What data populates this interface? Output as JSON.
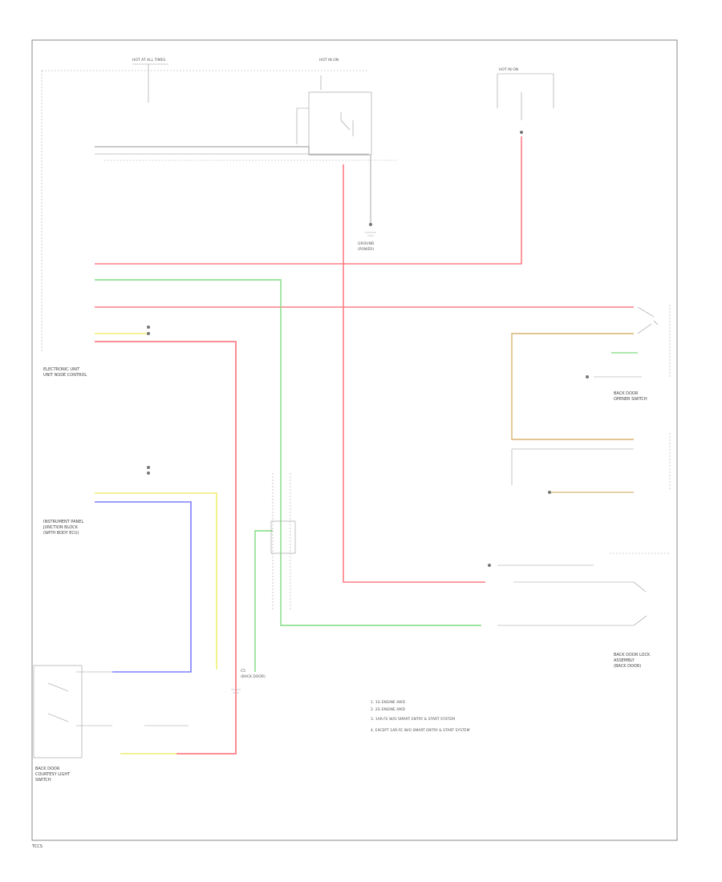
{
  "colors": {
    "wire_red": "#ff7f86",
    "wire_green": "#7fdc7f",
    "wire_yellow": "#f2ee72",
    "wire_blue": "#7f7fff",
    "wire_tan": "#d8b470",
    "wire_gray": "#aaaaaa",
    "frame": "#888888",
    "text": "#555555"
  },
  "labels": {
    "top_fuse_block": "HOT AT ALL TIMES",
    "top_ignition": "HOT IN ON",
    "top_right_hot": "HOT IN ON",
    "left_module_1": "ELECTRONIC UNIT",
    "left_module_2": "UNIT NODE CONTROL",
    "left_module_3": "INSTRUMENT PANEL",
    "left_module_4": "JUNCTION BLOCK",
    "left_module_5": "(WITH BODY ECU)",
    "bottom_left_1": "BACK DOOR",
    "bottom_left_2": "COURTESY LIGHT",
    "bottom_left_3": "SWITCH",
    "right_1": "BACK DOOR",
    "right_2": "OPENER SWITCH",
    "right_3": "BACK DOOR LOCK",
    "right_4": "ASSEMBLY",
    "right_5": "(BACK DOOR)",
    "ground_1": "GROUND",
    "ground_2": "(POWER)",
    "splice_1": "C5",
    "splice_2": "(BACK DOOR)",
    "legend_1": "1. 1G ENGINE 4WD",
    "legend_2": "2. 2G ENGINE 4WD",
    "legend_3": "3. 1AR-FE W/O SMART ENTRY & START SYSTEM",
    "legend_4": "4. EXCEPT 1AR-FE W/O SMART ENTRY & START SYSTEM",
    "footer_code": "TCCS"
  }
}
